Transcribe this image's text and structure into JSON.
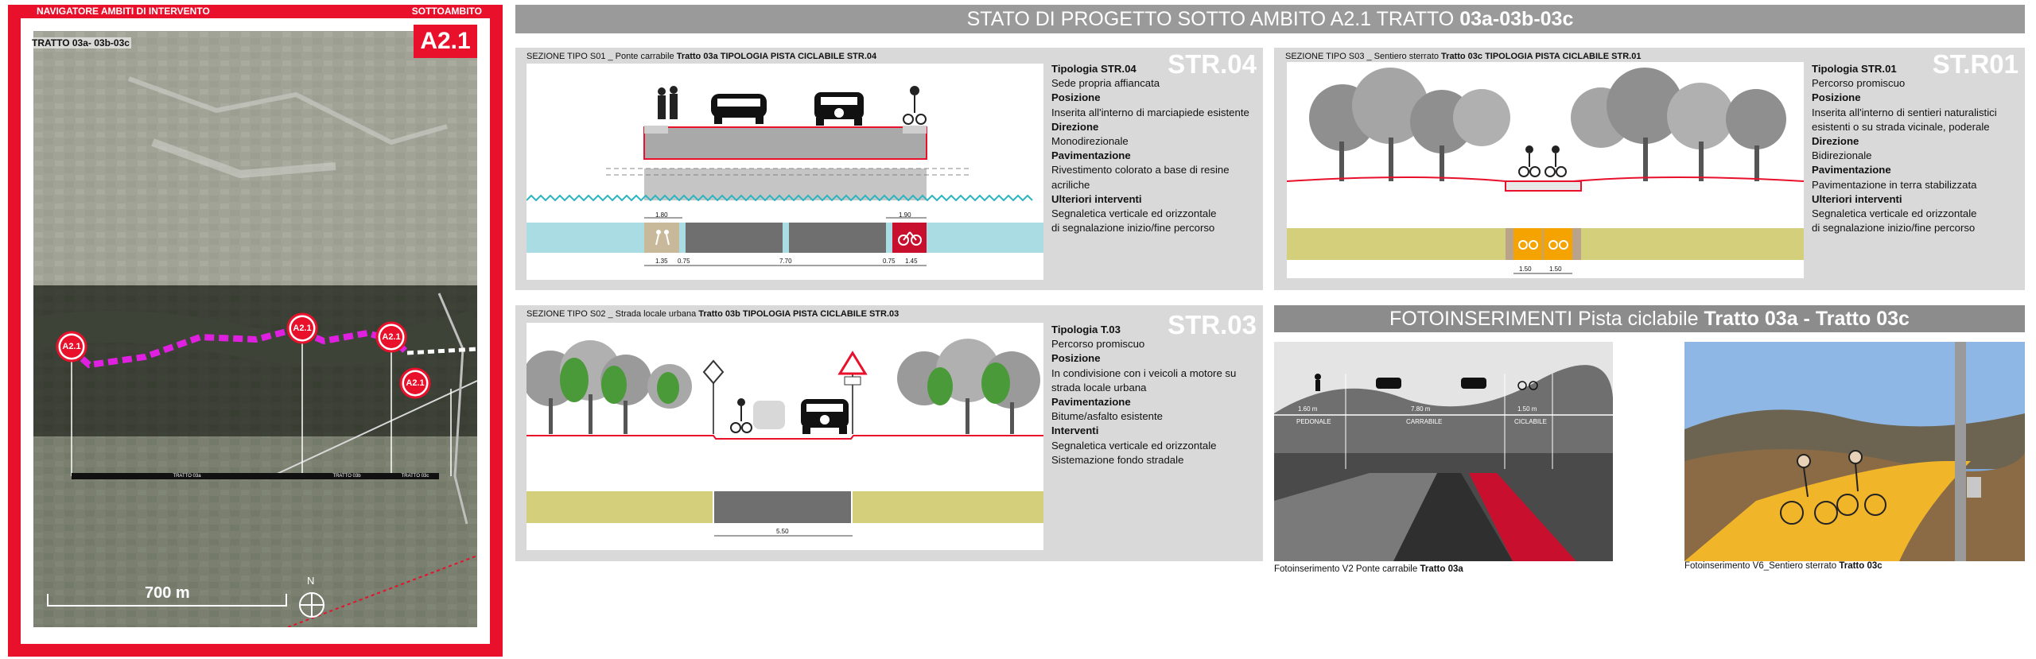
{
  "navigator": {
    "header_left": "NAVIGATORE AMBITI DI INTERVENTO",
    "header_right": "SOTTOAMBITO",
    "badge": "A2.1",
    "map_title": "TRATTO 03a- 03b-03c",
    "markers": [
      "A2.1",
      "A2.1",
      "A2.1",
      "A2.1"
    ],
    "segments": [
      "TRATTO 03a",
      "TRATTO 03b",
      "TRATTO 03c"
    ],
    "scale": "700 m",
    "north": "N"
  },
  "banner": {
    "text": "STATO DI PROGETTO SOTTO AMBITO A2.1 TRATTO ",
    "bold": "03a-03b-03c"
  },
  "s01": {
    "caption_prefix": "SEZIONE TIPO S01 _ Ponte carrabile ",
    "caption_bold": "Tratto 03a TIPOLOGIA PISTA CICLABILE STR.04",
    "code": "STR.04",
    "dims_top": [
      "1.80",
      "1.90"
    ],
    "dims_bottom": [
      "1.35",
      "0.75",
      "7.70",
      "0.75",
      "1.45"
    ],
    "spec": [
      {
        "h": "Tipologia STR.04",
        "t": [
          "Sede propria affiancata"
        ]
      },
      {
        "h": "Posizione",
        "t": [
          "Inserita all'interno di marciapiede esistente"
        ]
      },
      {
        "h": "Direzione",
        "t": [
          "Monodirezionale"
        ]
      },
      {
        "h": "Pavimentazione",
        "t": [
          "Rivestimento colorato a base di resine",
          "acriliche"
        ]
      },
      {
        "h": "Ulteriori interventi",
        "t": [
          "Segnaletica verticale ed orizzontale",
          "di segnalazione inizio/fine percorso"
        ]
      }
    ]
  },
  "s03": {
    "caption_prefix": "SEZIONE TIPO S03 _ Sentiero sterrato ",
    "caption_bold": "Tratto 03c TIPOLOGIA PISTA CICLABILE STR.01",
    "code": "ST.R01",
    "dims": [
      "1.50",
      "1.50"
    ],
    "spec": [
      {
        "h": "Tipologia STR.01",
        "t": [
          "Percorso promiscuo"
        ]
      },
      {
        "h": "Posizione",
        "t": [
          "Inserita all'interno di sentieri naturalistici",
          "esistenti o su strada vicinale, poderale"
        ]
      },
      {
        "h": "Direzione",
        "t": [
          "Bidirezionale"
        ]
      },
      {
        "h": "Pavimentazione",
        "t": [
          "Pavimentazione in terra stabilizzata"
        ]
      },
      {
        "h": "Ulteriori interventi",
        "t": [
          "Segnaletica verticale ed orizzontale",
          "di segnalazione inizio/fine percorso"
        ]
      }
    ]
  },
  "s02": {
    "caption_prefix": "SEZIONE TIPO S02 _ Strada locale urbana ",
    "caption_bold": "Tratto 03b TIPOLOGIA PISTA CICLABILE STR.03",
    "code": "STR.03",
    "dims": [
      "5.50"
    ],
    "spec": [
      {
        "h": "Tipologia T.03",
        "t": [
          "Percorso promiscuo"
        ]
      },
      {
        "h": "Posizione",
        "t": [
          "In condivisione con i veicoli a motore su",
          "strada locale urbana"
        ]
      },
      {
        "h": "Pavimentazione",
        "t": [
          "Bitume/asfalto esistente"
        ]
      },
      {
        "h": "Interventi",
        "t": [
          "Segnaletica verticale ed orizzontale",
          "Sistemazione fondo stradale"
        ]
      }
    ]
  },
  "foto": {
    "title_prefix": "FOTOINSERIMENTI Pista ciclabile ",
    "title_bold": "Tratto 03a - Tratto 03c",
    "v2_caption_prefix": "Fotoinserimento V2  Ponte carrabile ",
    "v2_caption_bold": "Tratto 03a",
    "v2_labels": [
      "PEDONALE",
      "CARRABILE",
      "CICLABILE"
    ],
    "v2_dims": [
      "1.60 m",
      "7.80 m",
      "1.50 m"
    ],
    "v6_caption_prefix": "Fotoinserimento V6_Sentiero sterrato ",
    "v6_caption_bold": "Tratto 03c"
  },
  "colors": {
    "accent_red": "#e8102b",
    "banner_grey": "#9a9a9a",
    "route_magenta": "#e020e0",
    "bike_lane_yellow": "#d4cf7a",
    "water_cyan": "#a9dde3"
  }
}
